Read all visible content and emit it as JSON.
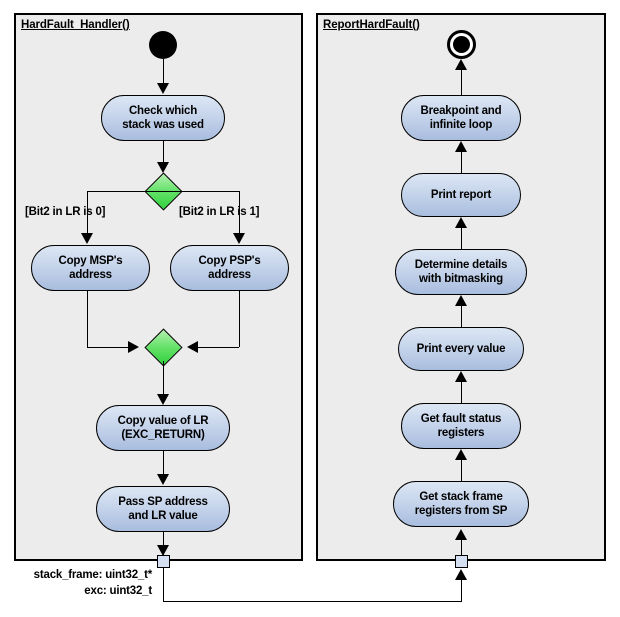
{
  "diagram": {
    "type": "uml-activity-diagram",
    "background_color": "#ffffff",
    "panel_fill": "#ececec",
    "action_fill": "#c3d2ea",
    "decision_fill": "#66e26a",
    "pin_fill": "#d4e0f2",
    "line_color": "#000000"
  },
  "left_panel": {
    "title": "HardFault_Handler()",
    "initial_node": "filled-circle",
    "actions": [
      {
        "id": "check-stack",
        "label_lines": [
          "Check which",
          "stack was used"
        ]
      },
      {
        "id": "copy-msp",
        "label_lines": [
          "Copy MSP's",
          "address"
        ]
      },
      {
        "id": "copy-psp",
        "label_lines": [
          "Copy PSP's",
          "address"
        ]
      },
      {
        "id": "copy-lr",
        "label_lines": [
          "Copy value of LR",
          "(EXC_RETURN)"
        ]
      },
      {
        "id": "pass-sp",
        "label_lines": [
          "Pass SP address",
          "and LR value"
        ]
      }
    ],
    "decision_guards": [
      "[Bit2 in LR is 0]",
      "[Bit2 in LR is 1]"
    ],
    "output_pin_parameters": [
      "stack_frame: uint32_t*",
      "exc: uint32_t"
    ]
  },
  "right_panel": {
    "title": "ReportHardFault()",
    "final_node": "final-circle",
    "actions": [
      {
        "id": "breakpoint",
        "label_lines": [
          "Breakpoint and",
          "infinite loop"
        ]
      },
      {
        "id": "print-report",
        "label_lines": [
          "Print report"
        ]
      },
      {
        "id": "determine-details",
        "label_lines": [
          "Determine details",
          "with bitmasking"
        ]
      },
      {
        "id": "print-every-value",
        "label_lines": [
          "Print every value"
        ]
      },
      {
        "id": "fault-status",
        "label_lines": [
          "Get fault status",
          "registers"
        ]
      },
      {
        "id": "stack-frame-regs",
        "label_lines": [
          "Get stack frame",
          "registers from SP"
        ]
      }
    ]
  }
}
